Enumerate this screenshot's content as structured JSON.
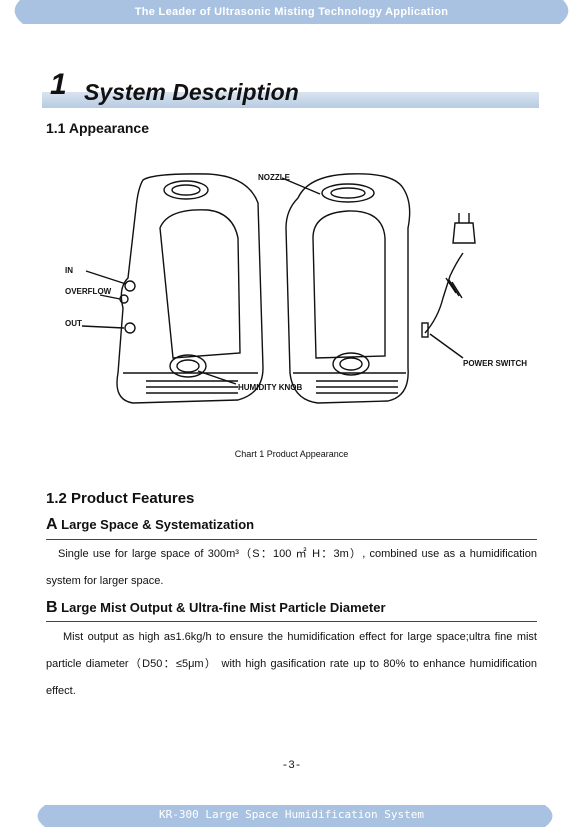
{
  "header": {
    "banner": "The Leader of Ultrasonic Misting Technology Application"
  },
  "section": {
    "number": "1",
    "title": "System Description"
  },
  "appearance": {
    "heading": "1.1 Appearance",
    "labels": {
      "in": "IN",
      "overflow": "OVERFLOW",
      "out": "OUT",
      "nozzle": "NOZZLE",
      "power_switch": "POWER SWITCH",
      "humidity_knob": "HUMIDITY KNOB"
    },
    "caption": "Chart 1 Product Appearance"
  },
  "features": {
    "heading": "1.2 Product Features",
    "a": {
      "letter": "A",
      "title": " Large Space & Systematization",
      "text": "Single use for large space of 300m³（S：100 ㎡ H：3m）, combined use as a humidification system for larger space."
    },
    "b": {
      "letter": "B",
      "title": " Large Mist Output & Ultra-fine Mist Particle Diameter",
      "text": "Mist output as high as1.6kg/h to ensure the humidification effect for large space;ultra fine mist particle diameter（D50：≤5μm） with high gasification rate up to 80% to enhance humidification effect."
    }
  },
  "page_number": "-3-",
  "footer": {
    "banner": "KR-300 Large Space Humidification System"
  },
  "colors": {
    "banner_blue": "#a9c2e1",
    "section_bar": "#c4d5ea"
  }
}
